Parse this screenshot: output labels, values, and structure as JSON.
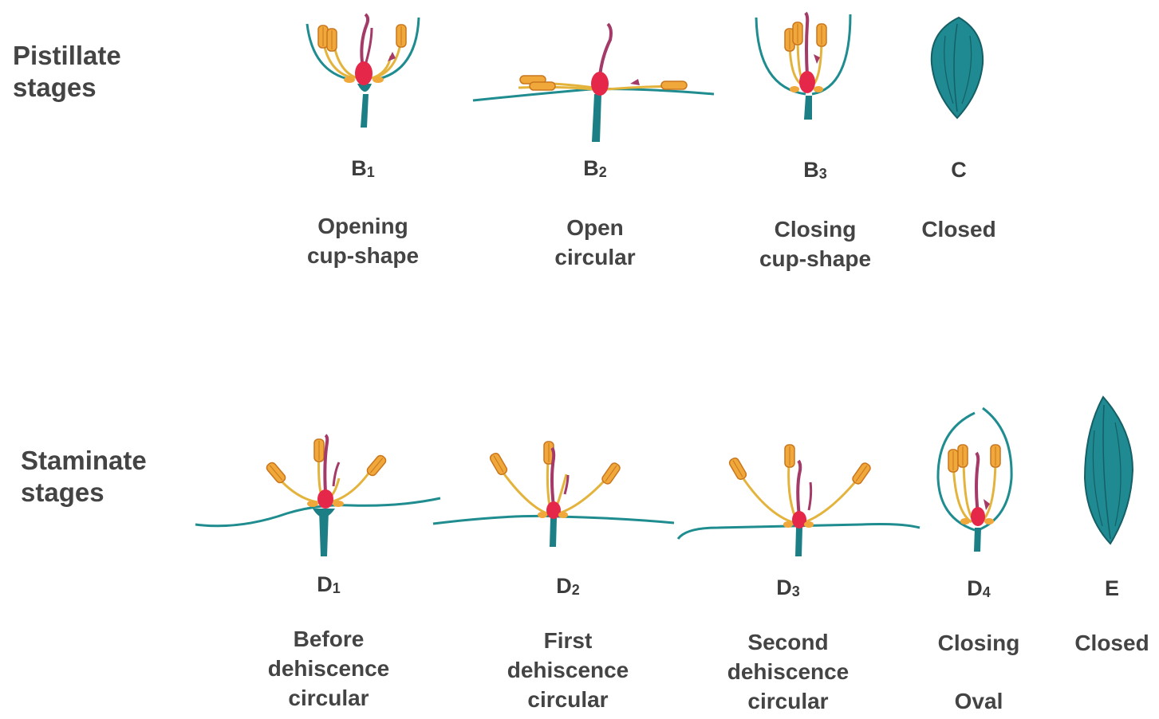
{
  "rows": {
    "pistillate": {
      "title_line1": "Pistillate",
      "title_line2": "stages"
    },
    "staminate": {
      "title_line1": "Staminate",
      "title_line2": "stages"
    }
  },
  "pistillate_stages": [
    {
      "letter": "B",
      "sub": "1",
      "lines": [
        "Opening",
        "cup-shape"
      ]
    },
    {
      "letter": "B",
      "sub": "2",
      "lines": [
        "Open",
        "circular"
      ]
    },
    {
      "letter": "B",
      "sub": "3",
      "lines": [
        "Closing",
        "cup-shape"
      ]
    },
    {
      "letter": "C",
      "sub": "",
      "lines": [
        "Closed",
        ""
      ]
    }
  ],
  "staminate_stages": [
    {
      "letter": "D",
      "sub": "1",
      "lines": [
        "Before",
        "dehiscence",
        "circular"
      ]
    },
    {
      "letter": "D",
      "sub": "2",
      "lines": [
        "First",
        "dehiscence",
        "circular"
      ]
    },
    {
      "letter": "D",
      "sub": "3",
      "lines": [
        "Second",
        "dehiscence",
        "circular"
      ]
    },
    {
      "letter": "D",
      "sub": "4",
      "lines": [
        "Closing",
        "",
        "Oval"
      ]
    },
    {
      "letter": "E",
      "sub": "",
      "lines": [
        "Closed",
        "",
        ""
      ]
    }
  ],
  "colors": {
    "sepal": "#1f8c8f",
    "stem": "#1d7f86",
    "filament": "#e3b33c",
    "anther": "#f0a83a",
    "anther_outline": "#c9761e",
    "ovary": "#e5284a",
    "style": "#a33a68",
    "closed_bud": "#1f8a91"
  }
}
